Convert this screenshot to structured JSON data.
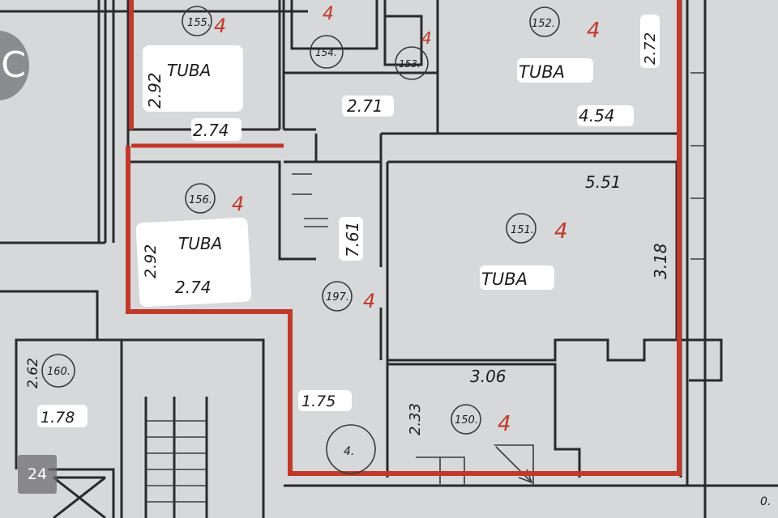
{
  "colors": {
    "outline": "#c0392b",
    "wall": "#2a2a2a",
    "background": "#d6d8d9"
  },
  "overlay": {
    "left_badge": "C",
    "page_badge": "24",
    "corner_text": "0."
  },
  "rooms": [
    {
      "number": "155.",
      "count": "4",
      "label": "TUBA",
      "dim_v": "2.92",
      "dim_h": "2.74"
    },
    {
      "number": "154.",
      "count": "4"
    },
    {
      "number": "153.",
      "count": "4"
    },
    {
      "number": "152.",
      "count": "4",
      "label": "TUBA",
      "dim_v": "2.72",
      "dim_h": "4.54"
    },
    {
      "number": "156.",
      "count": "4",
      "label": "TUBA",
      "dim_v": "2.92",
      "dim_h": "2.74"
    },
    {
      "number": "151.",
      "count": "4",
      "label": "TUBA",
      "dim_v": "3.18",
      "dim_h": "5.51"
    },
    {
      "number": "197.",
      "count": "4",
      "dim_v": "7.61",
      "dim_h": "1.75"
    },
    {
      "number": "150.",
      "count": "4",
      "dim_v": "2.33",
      "dim_h": "3.06"
    },
    {
      "number": "160.",
      "dim_v": "2.62",
      "dim_h": "1.78"
    },
    {
      "number": "4."
    }
  ],
  "hall_dim": "2.71"
}
